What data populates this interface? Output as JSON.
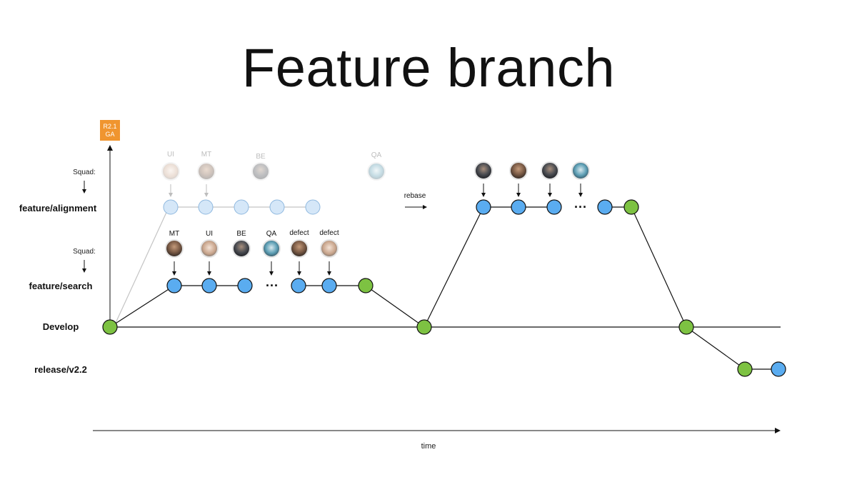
{
  "title": "Feature branch",
  "release_badge": {
    "line1": "R2.1",
    "line2": "GA",
    "color": "#f0952f"
  },
  "rows": {
    "alignment": "feature/alignment",
    "search": "feature/search",
    "develop": "Develop",
    "release": "release/v2.2"
  },
  "squad_label": "Squad:",
  "alignment_faded_roles": [
    "UI",
    "MT",
    "BE",
    "QA"
  ],
  "search_roles": [
    "MT",
    "UI",
    "BE",
    "QA",
    "defect",
    "defect"
  ],
  "rebase_label": "rebase",
  "ellipsis": "···",
  "time_label": "time",
  "colors": {
    "commit_green": "#7dc242",
    "commit_blue": "#5aacf0",
    "commit_faded": "#d5e7f8",
    "line": "#111111",
    "faded_line": "#c4c4c4"
  },
  "icons": [
    "avatar-icon",
    "arrow-down-icon",
    "arrow-right-icon",
    "arrow-up-icon"
  ]
}
